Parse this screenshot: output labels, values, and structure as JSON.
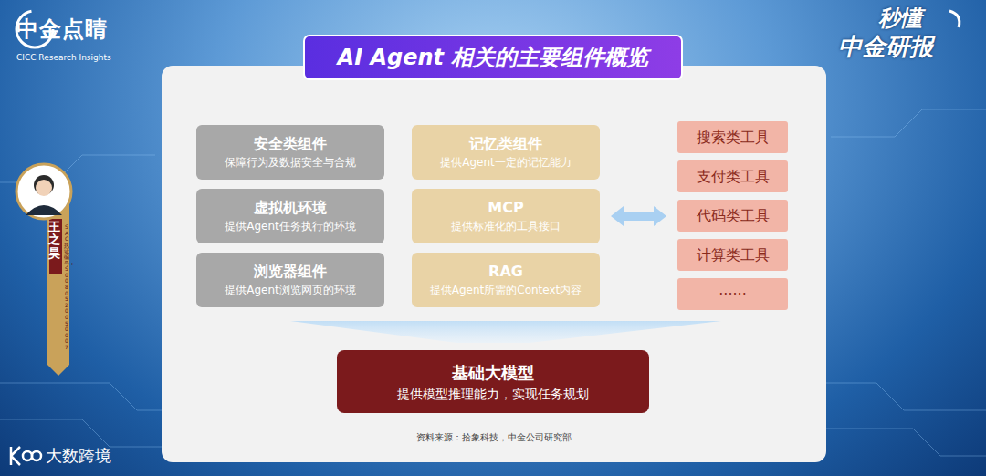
{
  "diagram": {
    "title": "AI Agent 相关的主要组件概览",
    "caption": "资料来源：拾象科技，中金公司研究部",
    "nodes": [
      {
        "text": [
          "安全类组件",
          "保障行为及数据安全与合规"
        ]
      },
      {
        "text": [
          "虚拟机环境",
          "提供Agent任务执行的环境"
        ]
      },
      {
        "text": [
          "浏览器组件",
          "提供Agent浏览网页的环境"
        ]
      },
      {
        "text": [
          "记忆类组件",
          "提供Agent一定的记忆能力"
        ]
      },
      {
        "text": [
          "MCP",
          "提供标准化的工具接口"
        ]
      },
      {
        "text": [
          "RAG",
          "提供Agent所需的Context内容"
        ]
      },
      {
        "text": [
          "搜索类工具"
        ]
      },
      {
        "text": [
          "支付类工具"
        ]
      },
      {
        "text": [
          "代码类工具"
        ]
      },
      {
        "text": [
          "计算类工具"
        ]
      },
      {
        "text": [
          "······"
        ]
      },
      {
        "text": [
          "基础大模型",
          "提供模型推理能力，实现任务规划"
        ]
      }
    ],
    "edges": [
      {
        "from": 4,
        "to": 8,
        "arrow": "both"
      }
    ],
    "labels": [
      "中金点睛",
      "CICC Research Insights",
      "秒懂",
      "中金研报",
      "王之昊",
      "SAC执证编号：S0080520050007",
      "大数跨境"
    ]
  }
}
